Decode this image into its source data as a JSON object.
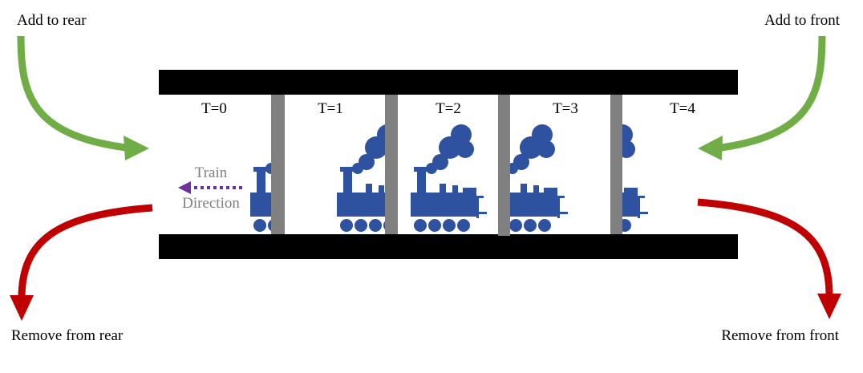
{
  "labels": {
    "add_rear": "Add to rear",
    "add_front": "Add to front",
    "remove_rear": "Remove from rear",
    "remove_front": "Remove from front"
  },
  "direction": {
    "line1": "Train",
    "line2": "Direction"
  },
  "slots": [
    "T=0",
    "T=1",
    "T=2",
    "T=3",
    "T=4"
  ],
  "icons": {
    "train": "steam-locomotive-icon",
    "direction_arrow": "dotted-left-arrow-icon"
  },
  "colors": {
    "add_arrow": "#70ad47",
    "remove_arrow": "#c00000",
    "train": "#2f52a0",
    "rail": "#000000",
    "divider": "#808080",
    "direction_arrow": "#7030a0",
    "direction_text": "#7f7f7f"
  }
}
